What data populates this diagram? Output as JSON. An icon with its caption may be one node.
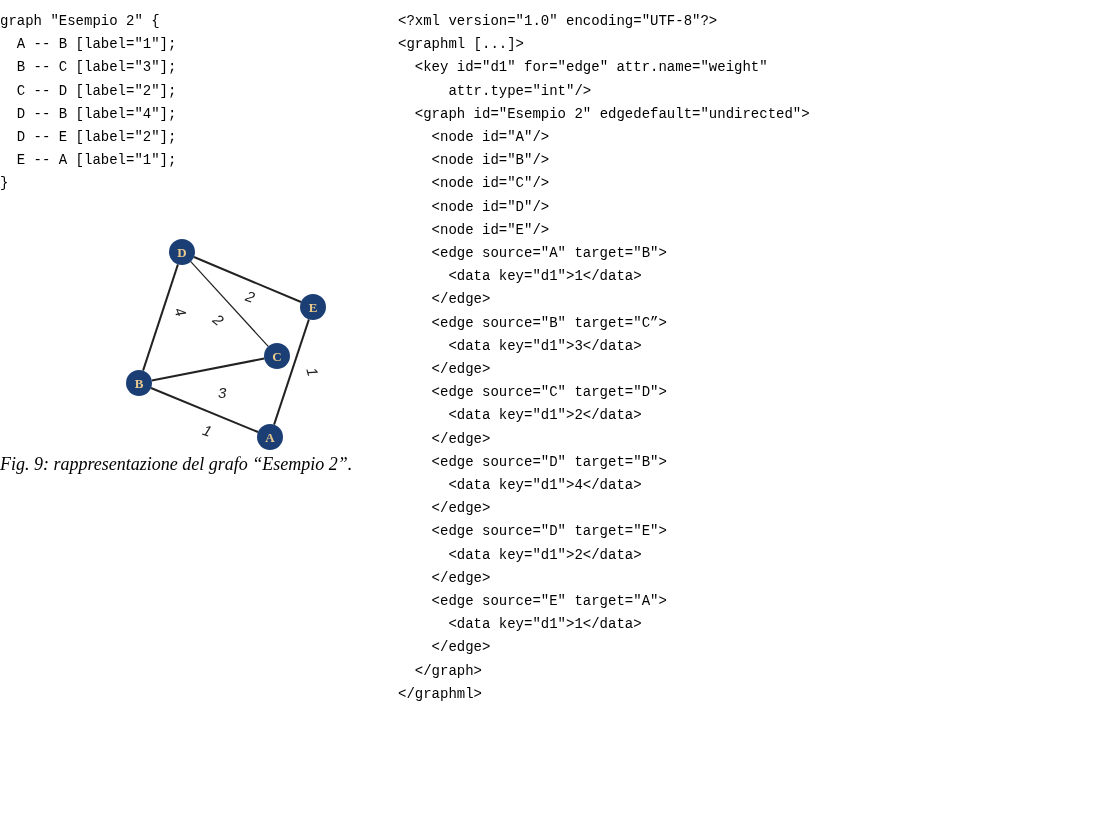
{
  "diagram": {
    "caption": "Fig. 9: rappresentazione del grafo “Esempio 2”.",
    "nodes": [
      {
        "text": [
          "D"
        ]
      },
      {
        "text": [
          "E"
        ]
      },
      {
        "text": [
          "C"
        ]
      },
      {
        "text": [
          "B"
        ]
      },
      {
        "text": [
          "A"
        ]
      }
    ],
    "edges": [
      {
        "from": 4,
        "to": 3,
        "arrow": "none",
        "label": "1"
      },
      {
        "from": 3,
        "to": 2,
        "arrow": "none",
        "label": "3"
      },
      {
        "from": 2,
        "to": 0,
        "arrow": "none",
        "label": "2"
      },
      {
        "from": 0,
        "to": 3,
        "arrow": "none",
        "label": "4"
      },
      {
        "from": 0,
        "to": 1,
        "arrow": "none",
        "label": "2"
      },
      {
        "from": 1,
        "to": 4,
        "arrow": "none",
        "label": "1"
      }
    ],
    "labels": [
      "graph \"Esempio 2\" {",
      "A -- B [label=\"1\"];",
      "B -- C [label=\"3\"];",
      "C -- D [label=\"2\"];",
      "D -- B [label=\"4\"];",
      "D -- E [label=\"2\"];",
      "E -- A [label=\"1\"];",
      "}",
      "<?xml version=\"1.0\" encoding=\"UTF-8\"?>",
      "<graphml [...]>",
      "<key id=\"d1\" for=\"edge\" attr.name=\"weight\"",
      "attr.type=\"int\"/>",
      "<graph id=\"Esempio 2\" edgedefault=\"undirected\">",
      "<node id=\"A\"/>",
      "<node id=\"B\"/>",
      "<node id=\"C\"/>",
      "<node id=\"D\"/>",
      "<node id=\"E\"/>",
      "<edge source=\"A\" target=\"B\">",
      "<data key=\"d1\">1</data>",
      "</edge>",
      "<edge source=\"B\" target=\"C”>",
      "<data key=\"d1\">3</data>",
      "</edge>",
      "<edge source=\"C\" target=\"D\">",
      "<data key=\"d1\">2</data>",
      "</edge>",
      "<edge source=\"D\" target=\"B\">",
      "<data key=\"d1\">4</data>",
      "</edge>",
      "<edge source=\"D\" target=\"E\">",
      "<data key=\"d1\">2</data>",
      "</edge>",
      "<edge source=\"E\" target=\"A\">",
      "<data key=\"d1\">1</data>",
      "</edge>",
      "</graph>",
      "</graphml>"
    ]
  }
}
